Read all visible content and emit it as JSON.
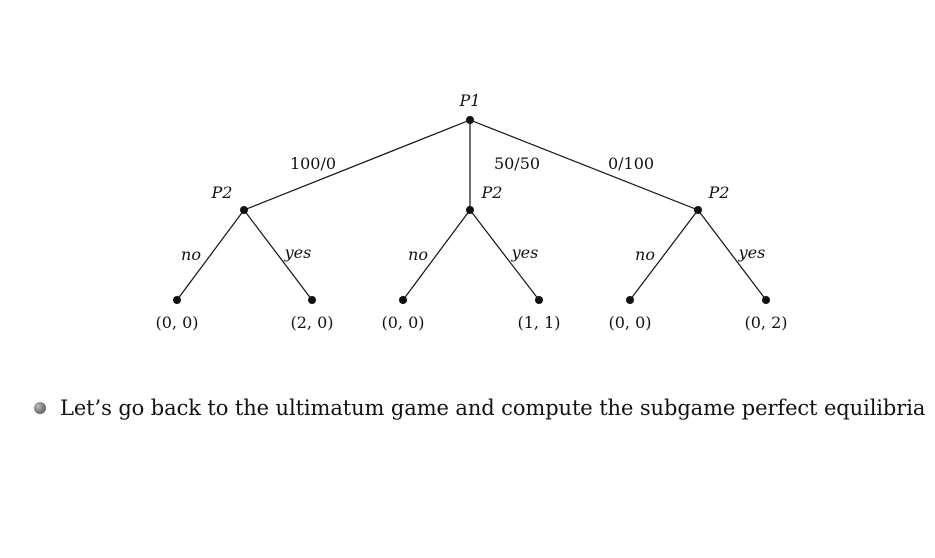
{
  "diagram": {
    "root_player": "P1",
    "offers": [
      {
        "label": "100/0",
        "responder": "P2",
        "responses": [
          {
            "label": "no",
            "payoff": "(0, 0)"
          },
          {
            "label": "yes",
            "payoff": "(2, 0)"
          }
        ]
      },
      {
        "label": "50/50",
        "responder": "P2",
        "responses": [
          {
            "label": "no",
            "payoff": "(0, 0)"
          },
          {
            "label": "yes",
            "payoff": "(1, 1)"
          }
        ]
      },
      {
        "label": "0/100",
        "responder": "P2",
        "responses": [
          {
            "label": "no",
            "payoff": "(0, 0)"
          },
          {
            "label": "yes",
            "payoff": "(0, 2)"
          }
        ]
      }
    ]
  },
  "bullet": {
    "text": "Let’s go back to the ultimatum game and compute the subgame perfect equilibria"
  }
}
